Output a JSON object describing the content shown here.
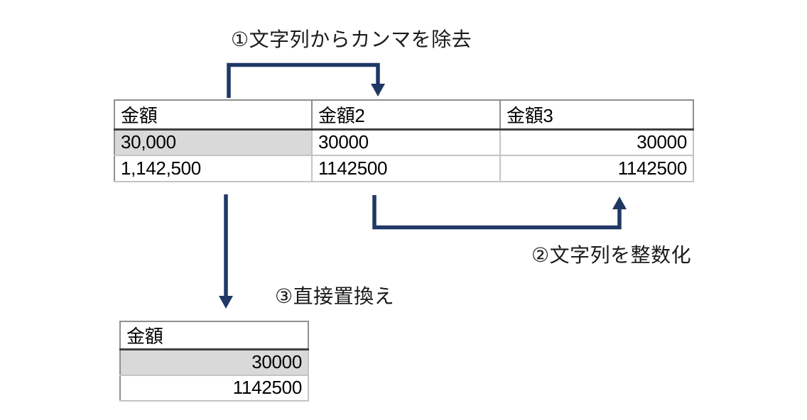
{
  "colors": {
    "arrow": "#1f3864",
    "shaded_cell": "#d9d9d9"
  },
  "annotations": {
    "step1": "①文字列からカンマを除去",
    "step2": "②文字列を整数化",
    "step3": "③直接置換え"
  },
  "source_table": {
    "headers": [
      "金額",
      "金額2",
      "金額3"
    ],
    "rows": [
      [
        "30,000",
        "30000",
        "30000"
      ],
      [
        "1,142,500",
        "1142500",
        "1142500"
      ]
    ]
  },
  "result_table": {
    "headers": [
      "金額"
    ],
    "rows": [
      [
        "30000"
      ],
      [
        "1142500"
      ]
    ]
  }
}
